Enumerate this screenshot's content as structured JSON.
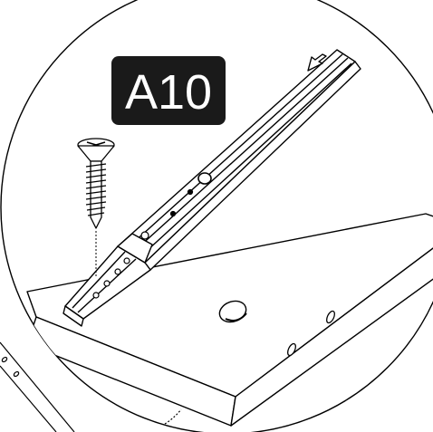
{
  "step_badge": {
    "label": "A10",
    "background": "#1a1a1a",
    "text_color": "#ffffff"
  },
  "parts": {
    "screw": "countersunk-phillips-screw-icon",
    "rail": "drawer-slide-rail",
    "direction_arrow": "push-direction-arrow-icon",
    "panel": "wood-panel-with-holes"
  },
  "line_color": "#000000",
  "background_color": "#ffffff"
}
